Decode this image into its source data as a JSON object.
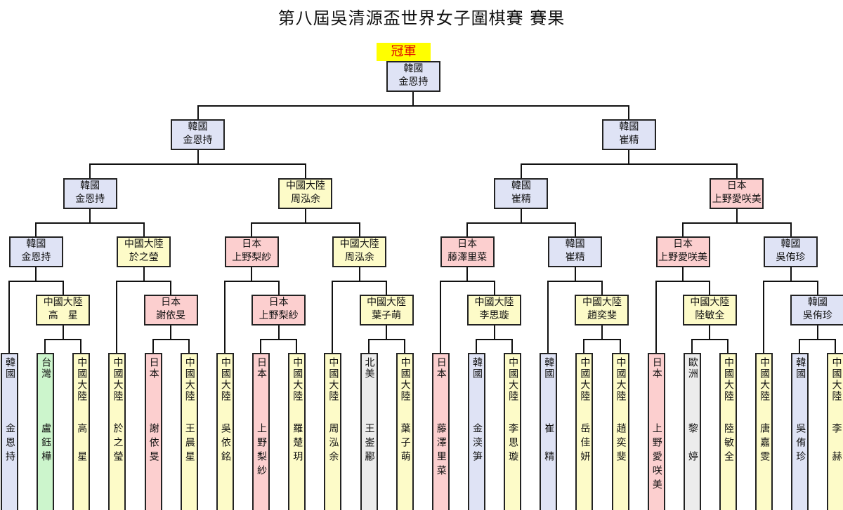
{
  "title": "第八屆吳清源盃世界女子圍棋賽 賽果",
  "champion_label": "冠軍",
  "colors": {
    "韓國": "#dfe3f5",
    "中國大陸": "#fdfbc8",
    "日本": "#fccfcf",
    "台灣": "#ccf5cc",
    "北美": "#ececec",
    "歐洲": "#ececec"
  },
  "bracket": {
    "country": "韓國",
    "name": "金恩持",
    "children": [
      {
        "country": "韓國",
        "name": "金恩持",
        "children": [
          {
            "country": "韓國",
            "name": "金恩持",
            "children": [
              {
                "country": "韓國",
                "name": "金恩持",
                "children": [
                  {
                    "country": "韓國",
                    "name": "金恩持"
                  },
                  {
                    "country": "中國大陸",
                    "name": "高　星",
                    "children": [
                      {
                        "country": "台灣",
                        "name": "盧鈺樺"
                      },
                      {
                        "country": "中國大陸",
                        "name": "高　星"
                      }
                    ]
                  }
                ]
              },
              {
                "country": "中國大陸",
                "name": "於之瑩",
                "children": [
                  {
                    "country": "中國大陸",
                    "name": "於之瑩"
                  },
                  {
                    "country": "日本",
                    "name": "謝依旻",
                    "children": [
                      {
                        "country": "日本",
                        "name": "謝依旻"
                      },
                      {
                        "country": "中國大陸",
                        "name": "王晨星"
                      }
                    ]
                  }
                ]
              }
            ]
          },
          {
            "country": "中國大陸",
            "name": "周泓余",
            "children": [
              {
                "country": "日本",
                "name": "上野梨紗",
                "children": [
                  {
                    "country": "中國大陸",
                    "name": "吳依銘"
                  },
                  {
                    "country": "日本",
                    "name": "上野梨紗",
                    "children": [
                      {
                        "country": "日本",
                        "name": "上野梨紗"
                      },
                      {
                        "country": "中國大陸",
                        "name": "羅楚玥"
                      }
                    ]
                  }
                ]
              },
              {
                "country": "中國大陸",
                "name": "周泓余",
                "children": [
                  {
                    "country": "中國大陸",
                    "name": "周泓余"
                  },
                  {
                    "country": "中國大陸",
                    "name": "葉子萌",
                    "children": [
                      {
                        "country": "北美",
                        "name": "王崟酈"
                      },
                      {
                        "country": "中國大陸",
                        "name": "葉子萌"
                      }
                    ]
                  }
                ]
              }
            ]
          }
        ]
      },
      {
        "country": "韓國",
        "name": "崔精",
        "children": [
          {
            "country": "韓國",
            "name": "崔精",
            "children": [
              {
                "country": "日本",
                "name": "藤澤里菜",
                "children": [
                  {
                    "country": "日本",
                    "name": "藤澤里菜"
                  },
                  {
                    "country": "中國大陸",
                    "name": "李思璇",
                    "children": [
                      {
                        "country": "韓國",
                        "name": "金湙笋"
                      },
                      {
                        "country": "中國大陸",
                        "name": "李思璇"
                      }
                    ]
                  }
                ]
              },
              {
                "country": "韓國",
                "name": "崔精",
                "children": [
                  {
                    "country": "韓國",
                    "name": "崔　精"
                  },
                  {
                    "country": "中國大陸",
                    "name": "趙奕斐",
                    "children": [
                      {
                        "country": "中國大陸",
                        "name": "岳佳妍"
                      },
                      {
                        "country": "中國大陸",
                        "name": "趙奕斐"
                      }
                    ]
                  }
                ]
              }
            ]
          },
          {
            "country": "日本",
            "name": "上野愛咲美",
            "children": [
              {
                "country": "日本",
                "name": "上野愛咲美",
                "children": [
                  {
                    "country": "日本",
                    "name": "上野愛咲美"
                  },
                  {
                    "country": "中國大陸",
                    "name": "陸敏全",
                    "children": [
                      {
                        "country": "歐洲",
                        "name": "黎　婷"
                      },
                      {
                        "country": "中國大陸",
                        "name": "陸敏全"
                      }
                    ]
                  }
                ]
              },
              {
                "country": "韓國",
                "name": "吳侑珍",
                "children": [
                  {
                    "country": "中國大陸",
                    "name": "唐嘉雯"
                  },
                  {
                    "country": "韓國",
                    "name": "吳侑珍",
                    "children": [
                      {
                        "country": "韓國",
                        "name": "吳侑珍"
                      },
                      {
                        "country": "中國大陸",
                        "name": "李　赫"
                      }
                    ]
                  }
                ]
              }
            ]
          }
        ]
      }
    ]
  }
}
